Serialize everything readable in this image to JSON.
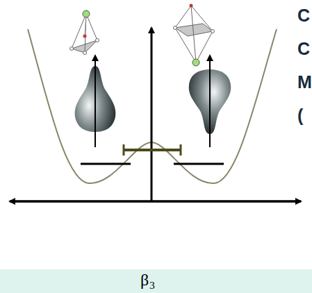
{
  "diagram": {
    "labels": [
      "C",
      "C",
      "M",
      "(",
      "β",
      "3"
    ]
  }
}
